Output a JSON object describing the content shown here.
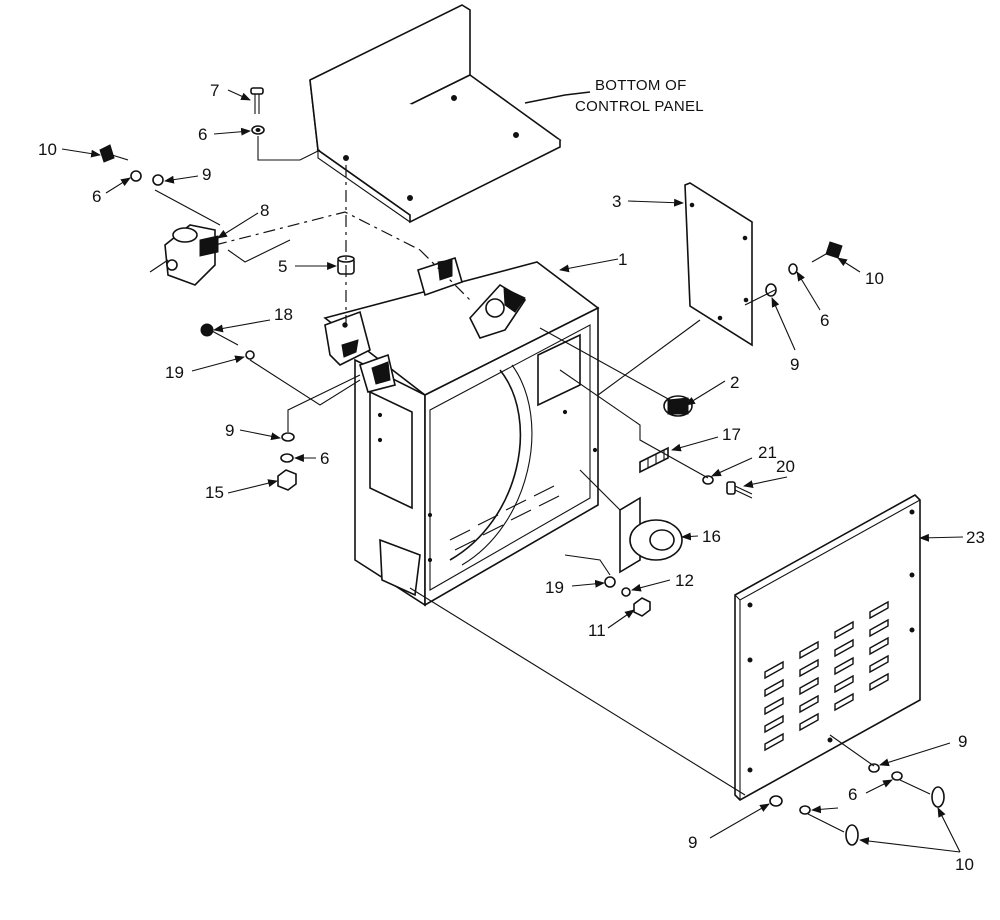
{
  "diagram": {
    "caption_line1": "BOTTOM OF",
    "caption_line2": "CONTROL PANEL",
    "callouts": {
      "c1": "1",
      "c2": "2",
      "c3": "3",
      "c5": "5",
      "c6a": "6",
      "c6b": "6",
      "c6c": "6",
      "c6d": "6",
      "c6e": "6",
      "c7": "7",
      "c8": "8",
      "c9a": "9",
      "c9b": "9",
      "c9c": "9",
      "c9d": "9",
      "c9e": "9",
      "c10a": "10",
      "c10b": "10",
      "c10c": "10",
      "c11": "11",
      "c12": "12",
      "c15": "15",
      "c16": "16",
      "c17": "17",
      "c18": "18",
      "c19a": "19",
      "c19b": "19",
      "c20": "20",
      "c21": "21",
      "c23": "23"
    }
  }
}
